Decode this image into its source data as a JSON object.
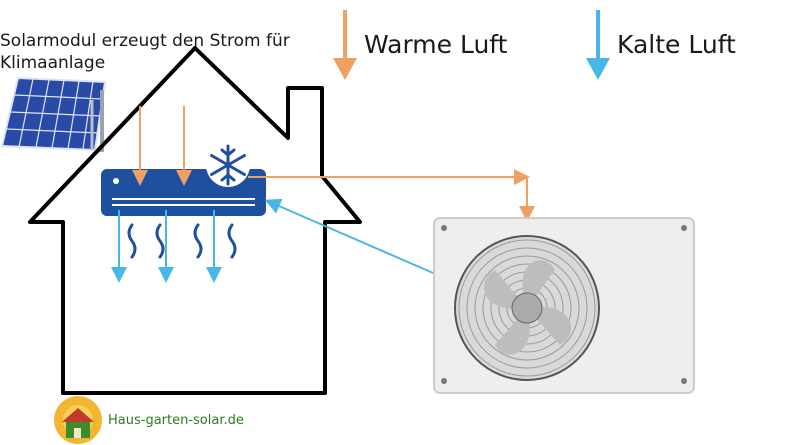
{
  "caption": {
    "line1": "Solarmodul erzeugt den Strom für",
    "line2": "Klimaanlage"
  },
  "legend": {
    "warm_label": "Warme Luft",
    "cold_label": "Kalte Luft"
  },
  "brand": {
    "text": "Haus-garten-solar.de"
  },
  "colors": {
    "warm": "#f0a060",
    "cold": "#49b6e8",
    "indoor_unit": "#1f4f9f",
    "outline": "#000000",
    "solar_panel": "#2a4aa8",
    "outdoor_unit": "#eeeeee"
  },
  "icons": [
    "snowflake-icon",
    "fan-icon",
    "house-logo-icon",
    "sun-logo-icon"
  ]
}
